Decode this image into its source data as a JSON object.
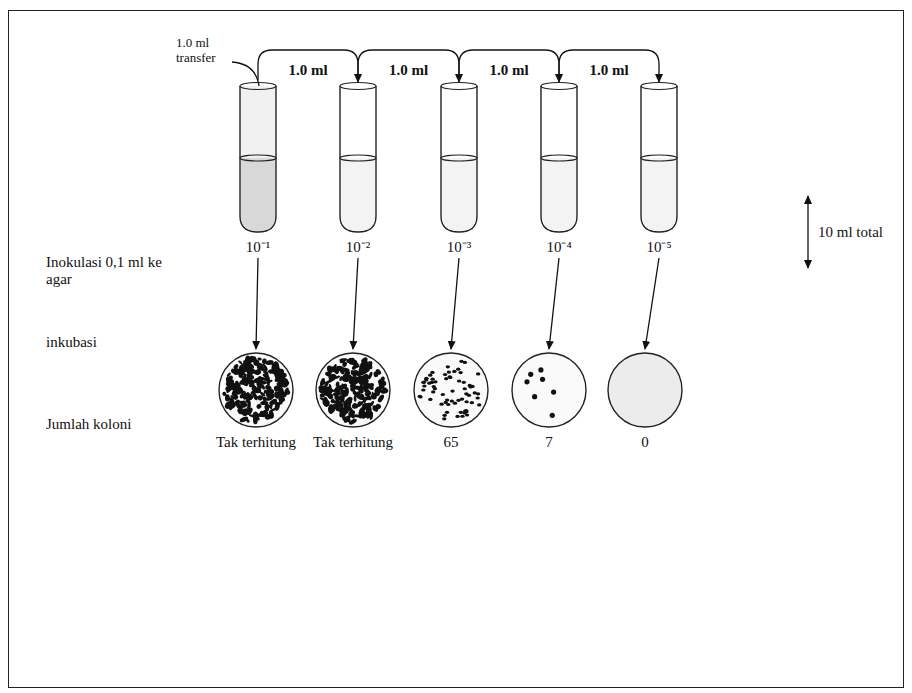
{
  "diagram": {
    "nodes": [
      {
        "text": [
          "10⁻¹"
        ]
      },
      {
        "text": [
          "10⁻²"
        ]
      },
      {
        "text": [
          "10⁻³"
        ]
      },
      {
        "text": [
          "10⁻⁴"
        ]
      },
      {
        "text": [
          "10⁻⁵"
        ]
      },
      {
        "text": [
          "Tak terhitung"
        ]
      },
      {
        "text": [
          "Tak terhitung"
        ]
      },
      {
        "text": [
          "65"
        ]
      },
      {
        "text": [
          "7"
        ]
      },
      {
        "text": [
          "0"
        ]
      }
    ],
    "edges": [
      {
        "from": 0,
        "to": 1,
        "arrow": "to",
        "label": "1.0 ml"
      },
      {
        "from": 1,
        "to": 2,
        "arrow": "to",
        "label": "1.0 ml"
      },
      {
        "from": 2,
        "to": 3,
        "arrow": "to",
        "label": "1.0 ml"
      },
      {
        "from": 3,
        "to": 4,
        "arrow": "to",
        "label": "1.0 ml"
      },
      {
        "from": 0,
        "to": 5,
        "arrow": "to"
      },
      {
        "from": 1,
        "to": 6,
        "arrow": "to"
      },
      {
        "from": 2,
        "to": 7,
        "arrow": "to"
      },
      {
        "from": 3,
        "to": 8,
        "arrow": "to"
      },
      {
        "from": 4,
        "to": 9,
        "arrow": "to"
      }
    ],
    "labels": [
      "1.0 ml transfer",
      "10 ml total",
      "Inokulasi 0,1 ml ke agar",
      "inkubasi",
      "Jumlah koloni"
    ]
  }
}
